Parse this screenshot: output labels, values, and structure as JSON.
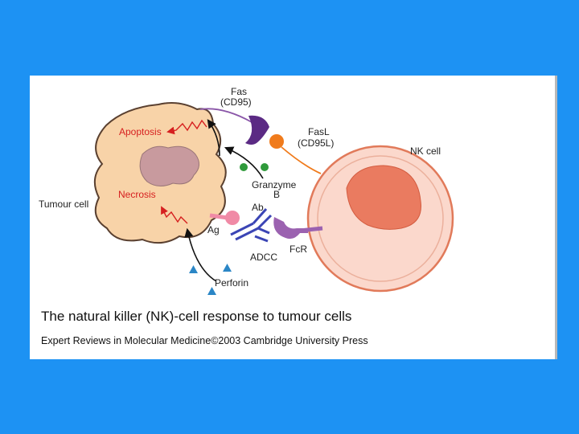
{
  "labels": {
    "fas": "Fas",
    "cd95": "(CD95)",
    "fasl": "FasL",
    "cd95l": "(CD95L)",
    "nk_cell": "NK cell",
    "apoptosis": "Apoptosis",
    "necrosis": "Necrosis",
    "tumour_cell": "Tumour cell",
    "granzyme": "Granzyme",
    "granzyme_b": "B",
    "ab": "Ab",
    "ag": "Ag",
    "fcr": "FcR",
    "adcc": "ADCC",
    "perforin": "Perforin"
  },
  "caption": {
    "title": "The natural killer (NK)-cell response to tumour cells",
    "credit": "Expert Reviews in Molecular Medicine©2003 Cambridge University Press"
  },
  "colors": {
    "slide_background": "#1d92f3",
    "tumour_cell": "#f8d3a8",
    "nucleus": "#c89a9e",
    "nk_cell": "#fbd8cc",
    "nk_nucleus": "#ea7b60",
    "fas_receptor": "#5b2a84",
    "fasl_ligand": "#f07b1c",
    "granzyme_dots": "#2f9a3b",
    "antigen": "#f08aa6",
    "fc_receptor": "#9b62b0",
    "antibody": "#3b45b5",
    "perforin": "#2b86c6",
    "death_arrow": "#d61f1f"
  }
}
